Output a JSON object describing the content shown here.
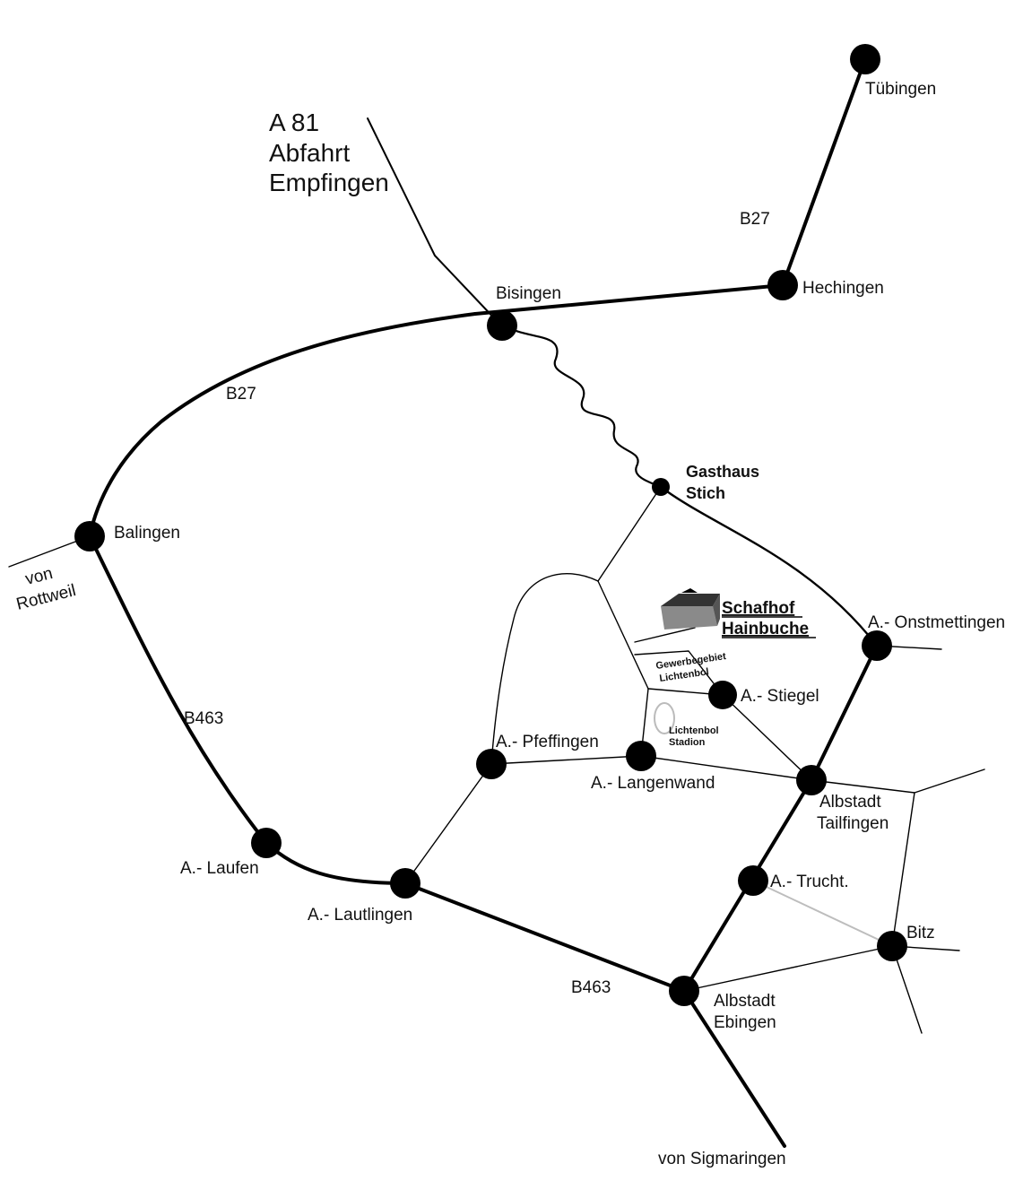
{
  "map": {
    "colors": {
      "ink": "#000000",
      "paper": "#ffffff",
      "light_road": "#bdbdbd",
      "building": "#8a8a8a"
    },
    "roads": {
      "highway": "A 81",
      "exit_line1": "Abfahrt",
      "exit_line2": "Empfingen",
      "b27_north": "B27",
      "b27_west": "B27",
      "b463_west": "B463",
      "b463_south": "B463"
    },
    "towns": {
      "tuebingen": "Tübingen",
      "hechingen": "Hechingen",
      "bisingen": "Bisingen",
      "balingen": "Balingen",
      "onstmettingen": "A.- Onstmettingen",
      "stiegel": "A.- Stiegel",
      "pfeffingen": "A.- Pfeffingen",
      "langenwand": "A.- Langenwand",
      "tailfingen_line1": "Albstadt",
      "tailfingen_line2": "Tailfingen",
      "laufen": "A.- Laufen",
      "lautlingen": "A.- Lautlingen",
      "truchtelfingen": "A.- Trucht.",
      "bitz": "Bitz",
      "ebingen_line1": "Albstadt",
      "ebingen_line2": "Ebingen"
    },
    "origins": {
      "rottweil_line1": "von",
      "rottweil_line2": "Rottweil",
      "sigmaringen": "von Sigmaringen"
    },
    "landmarks": {
      "gasthaus_line1": "Gasthaus",
      "gasthaus_line2": "Stich",
      "gewerbe_line1": "Gewerbegebiet",
      "gewerbe_line2": "Lichtenbol",
      "stadion_line1": "Lichtenbol",
      "stadion_line2": "Stadion"
    },
    "destination": {
      "line1": "Schafhof",
      "line2": "Hainbuche",
      "icon": "farmhouse-icon"
    }
  }
}
